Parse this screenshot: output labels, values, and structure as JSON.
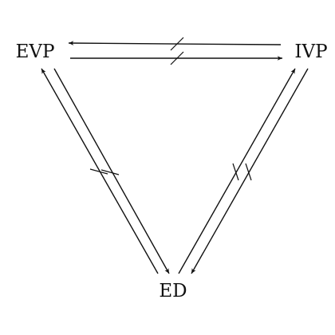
{
  "nodes": {
    "evp": {
      "label": "EVP"
    },
    "ivp": {
      "label": "IVP"
    },
    "ed": {
      "label": "ED"
    }
  },
  "edges": [
    {
      "from": "ivp",
      "to": "evp",
      "negated": true
    },
    {
      "from": "evp",
      "to": "ivp",
      "negated": true
    },
    {
      "from": "evp",
      "to": "ed",
      "negated": true
    },
    {
      "from": "ed",
      "to": "evp",
      "negated": true
    },
    {
      "from": "ivp",
      "to": "ed",
      "negated": true
    },
    {
      "from": "ed",
      "to": "ivp",
      "negated": true
    }
  ]
}
